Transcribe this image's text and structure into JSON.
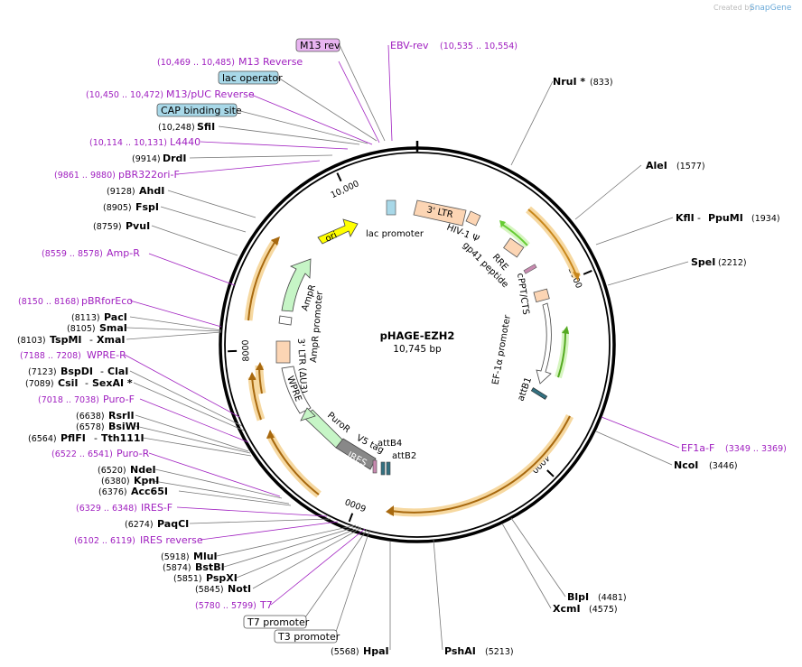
{
  "watermark": {
    "prefix": "Created by",
    "brand": "SnapGene"
  },
  "plasmid": {
    "name": "pHAGE-EZH2",
    "size": "10,745 bp"
  },
  "ticks": [
    {
      "label": "2000",
      "bp": 2000
    },
    {
      "label": "4000",
      "bp": 4000
    },
    {
      "label": "6000",
      "bp": 6000
    },
    {
      "label": "8000",
      "bp": 8000
    },
    {
      "label": "10,000",
      "bp": 10000
    }
  ],
  "colors": {
    "backbone": "#000000",
    "orf": "#e8a33d",
    "orf_glow": "#f6d8a0",
    "primer": "#a020c0",
    "ltr": "#fcd5b4",
    "ori": "#ffff00",
    "ampr": "#c6f5c6",
    "ipa_green": "#66cc33",
    "ires": "#888888",
    "box_purple": "#e8b4f0",
    "box_blue": "#a8d8e8"
  },
  "sites_right": [
    {
      "name": "NruI *",
      "pos": "(833)"
    },
    {
      "name": "AleI",
      "pos": "(1577)"
    },
    {
      "name": "KflI",
      "name2": "PpuMI",
      "pos": "(1934)"
    },
    {
      "name": "SpeI",
      "pos": "(2212)"
    },
    {
      "name": "EF1a-F",
      "pos": "(3349 .. 3369)"
    },
    {
      "name": "NcoI",
      "pos": "(3446)"
    },
    {
      "name": "BlpI",
      "pos": "(4481)"
    },
    {
      "name": "XcmI",
      "pos": "(4575)"
    },
    {
      "name": "PshAI",
      "pos": "(5213)"
    },
    {
      "name": "HpaI",
      "pos": "(5568)"
    }
  ],
  "sites_left": [
    {
      "name": "M13 rev",
      "pos": ""
    },
    {
      "name": "EBV-rev",
      "pos": "(10,535 .. 10,554)"
    },
    {
      "name": "M13 Reverse",
      "pos": "(10,469 .. 10,485)"
    },
    {
      "name": "lac operator",
      "pos": ""
    },
    {
      "name": "M13/pUC Reverse",
      "pos": "(10,450 .. 10,472)"
    },
    {
      "name": "CAP binding site",
      "pos": ""
    },
    {
      "name": "SfiI",
      "pos": "(10,248)"
    },
    {
      "name": "L4440",
      "pos": "(10,114 .. 10,131)"
    },
    {
      "name": "DrdI",
      "pos": "(9914)"
    },
    {
      "name": "pBR322ori-F",
      "pos": "(9861 .. 9880)"
    },
    {
      "name": "AhdI",
      "pos": "(9128)"
    },
    {
      "name": "FspI",
      "pos": "(8905)"
    },
    {
      "name": "PvuI",
      "pos": "(8759)"
    },
    {
      "name": "Amp-R",
      "pos": "(8559 .. 8578)"
    },
    {
      "name": "pBRforEco",
      "pos": "(8150 .. 8168)"
    },
    {
      "name": "PacI",
      "pos": "(8113)"
    },
    {
      "name": "SmaI",
      "pos": "(8105)"
    },
    {
      "name": "TspMI",
      "name2": "XmaI",
      "pos": "(8103)"
    },
    {
      "name": "WPRE-R",
      "pos": "(7188 .. 7208)"
    },
    {
      "name": "BspDI",
      "name2": "ClaI",
      "pos": "(7123)"
    },
    {
      "name": "CsiI",
      "name2": "SexAI *",
      "pos": "(7089)"
    },
    {
      "name": "Puro-F",
      "pos": "(7018 .. 7038)"
    },
    {
      "name": "RsrII",
      "pos": "(6638)"
    },
    {
      "name": "BsiWI",
      "pos": "(6578)"
    },
    {
      "name": "PflFI",
      "name2": "Tth111I",
      "pos": "(6564)"
    },
    {
      "name": "Puro-R",
      "pos": "(6522 .. 6541)"
    },
    {
      "name": "NdeI",
      "pos": "(6520)"
    },
    {
      "name": "KpnI",
      "pos": "(6380)"
    },
    {
      "name": "Acc65I",
      "pos": "(6376)"
    },
    {
      "name": "IRES-F",
      "pos": "(6329 .. 6348)"
    },
    {
      "name": "PaqCI",
      "pos": "(6274)"
    },
    {
      "name": "IRES reverse",
      "pos": "(6102 .. 6119)"
    },
    {
      "name": "MluI",
      "pos": "(5918)"
    },
    {
      "name": "BstBI",
      "pos": "(5874)"
    },
    {
      "name": "PspXI",
      "pos": "(5851)"
    },
    {
      "name": "NotI",
      "pos": "(5845)"
    },
    {
      "name": "T7",
      "pos": "(5780 .. 5799)"
    },
    {
      "name": "T7 promoter",
      "pos": ""
    },
    {
      "name": "T3 promoter",
      "pos": ""
    }
  ],
  "features": {
    "ltr3": "3' LTR",
    "hiv_psi": "HIV-1 Ψ",
    "rre": "RRE",
    "gp41": "gp41 peptide",
    "cppt": "cPPT/CTS",
    "ef1a": "EF-1α promoter",
    "attb1": "attB1",
    "lac_promoter": "lac promoter",
    "ori": "ori",
    "ampr": "AmpR",
    "ampr_promoter": "AmpR promoter",
    "ltr3_du3": "3' LTR (ΔU3)",
    "wpre": "WPRE",
    "puror": "PuroR",
    "v5tag": "V5 tag",
    "attb4": "attB4",
    "attb2": "attB2",
    "ires": "IRES"
  }
}
